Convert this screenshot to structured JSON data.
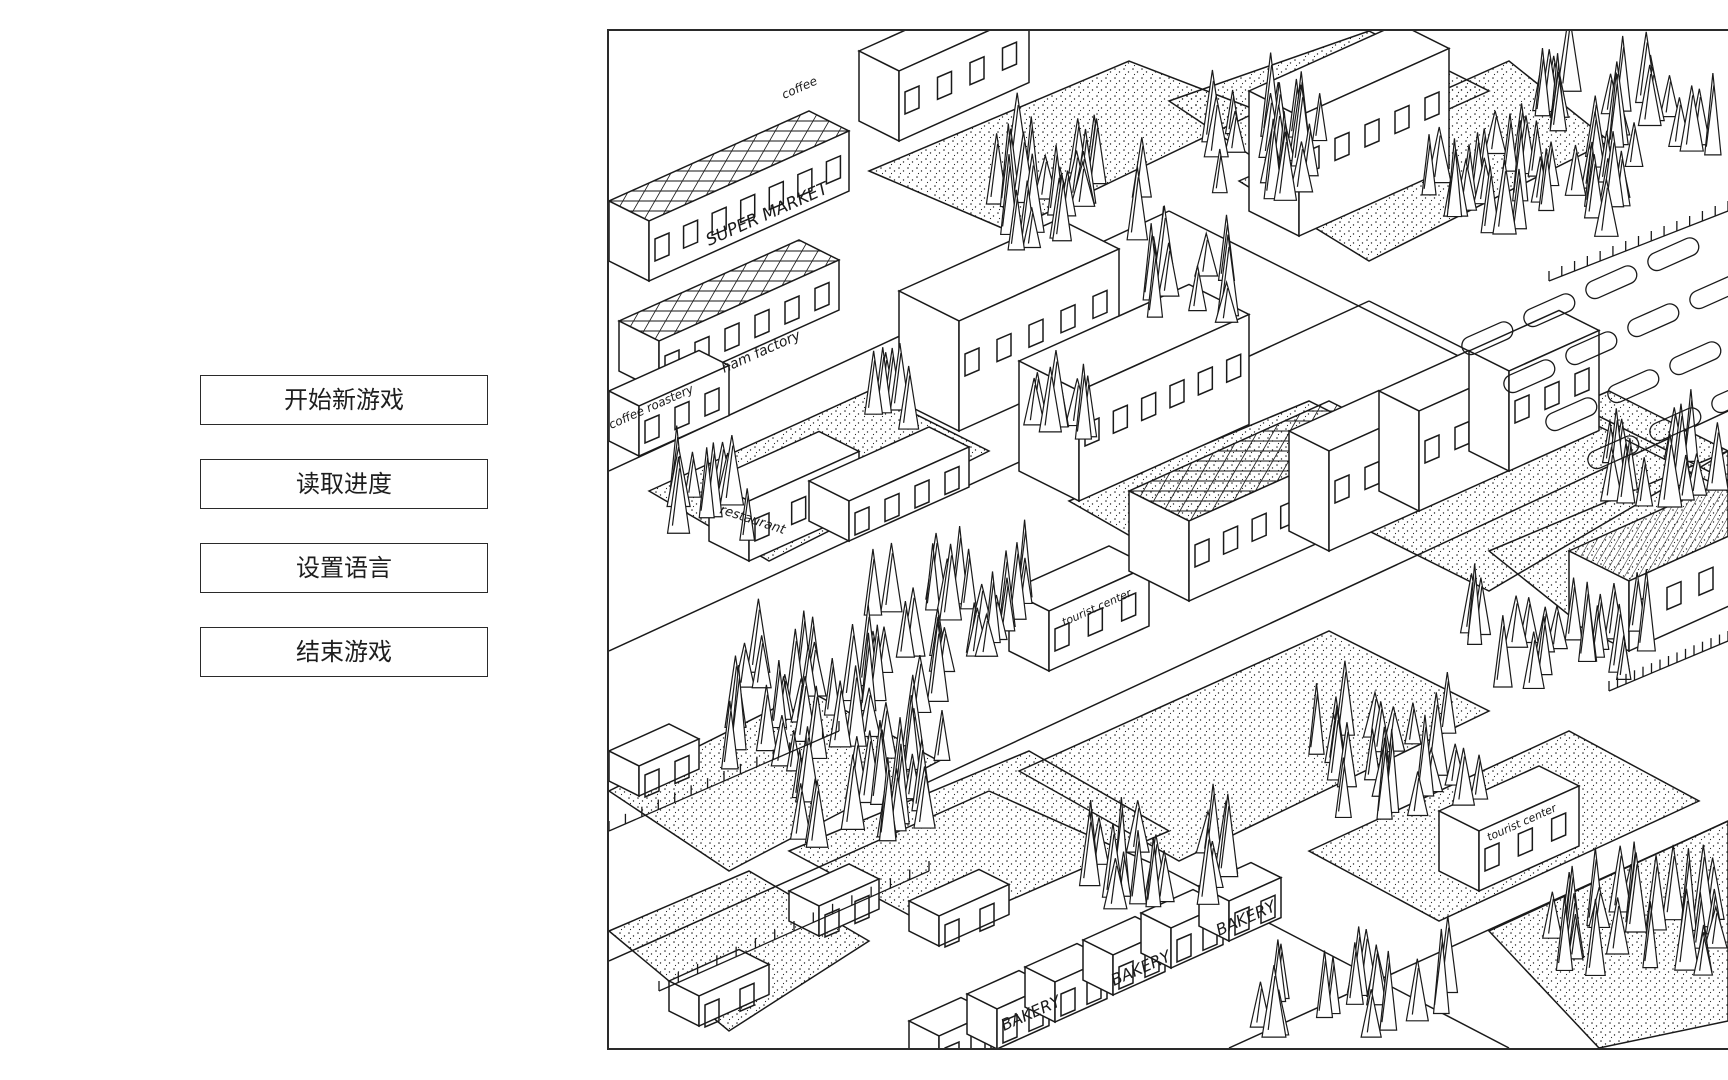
{
  "menu": {
    "items": [
      {
        "id": "new-game",
        "label": "开始新游戏"
      },
      {
        "id": "load",
        "label": "读取进度"
      },
      {
        "id": "language",
        "label": "设置语言"
      },
      {
        "id": "quit",
        "label": "结束游戏"
      }
    ]
  },
  "map": {
    "labels": {
      "supermarket": "SUPER MARKET",
      "ham_factory": "ham factory",
      "coffee_roastery": "coffee roastery",
      "restaurant": "restaurant",
      "coffee": "coffee",
      "tourist_center": "tourist center",
      "bakery": "BAKERY"
    }
  },
  "colors": {
    "ink": "#1a1a1a",
    "paper": "#ffffff",
    "border": "#2a2a2a"
  }
}
